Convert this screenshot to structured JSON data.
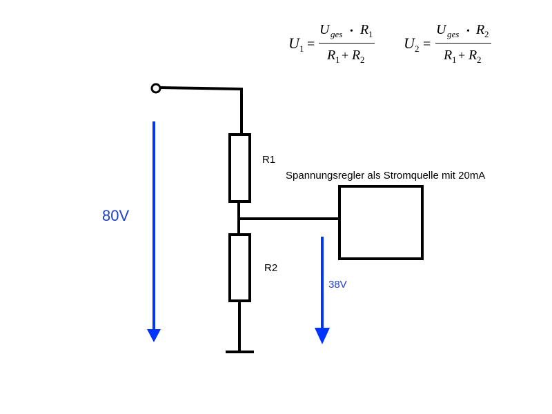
{
  "formulas": {
    "f1": {
      "lhs": "U",
      "lhs_sub": "1",
      "eq": "=",
      "num_var": "U",
      "num_sub": "ges",
      "dot": "•",
      "num_r": "R",
      "num_r_sub": "1",
      "den_r1": "R",
      "den_r1_sub": "1",
      "plus": "+",
      "den_r2": "R",
      "den_r2_sub": "2"
    },
    "f2": {
      "lhs": "U",
      "lhs_sub": "2",
      "eq": "=",
      "num_var": "U",
      "num_sub": "ges",
      "dot": "•",
      "num_r": "R",
      "num_r_sub": "2",
      "den_r1": "R",
      "den_r1_sub": "1",
      "plus": "+",
      "den_r2": "R",
      "den_r2_sub": "2"
    }
  },
  "circuit": {
    "r1_label": "R1",
    "r2_label": "R2",
    "regulator_label": "Spannungsregler als Stromquelle mit 20mA"
  },
  "voltages": {
    "total": "80V",
    "output": "38V"
  },
  "colors": {
    "wire": "#000000",
    "arrow": "#0033ff",
    "voltage_text": "#1f3fd0"
  }
}
